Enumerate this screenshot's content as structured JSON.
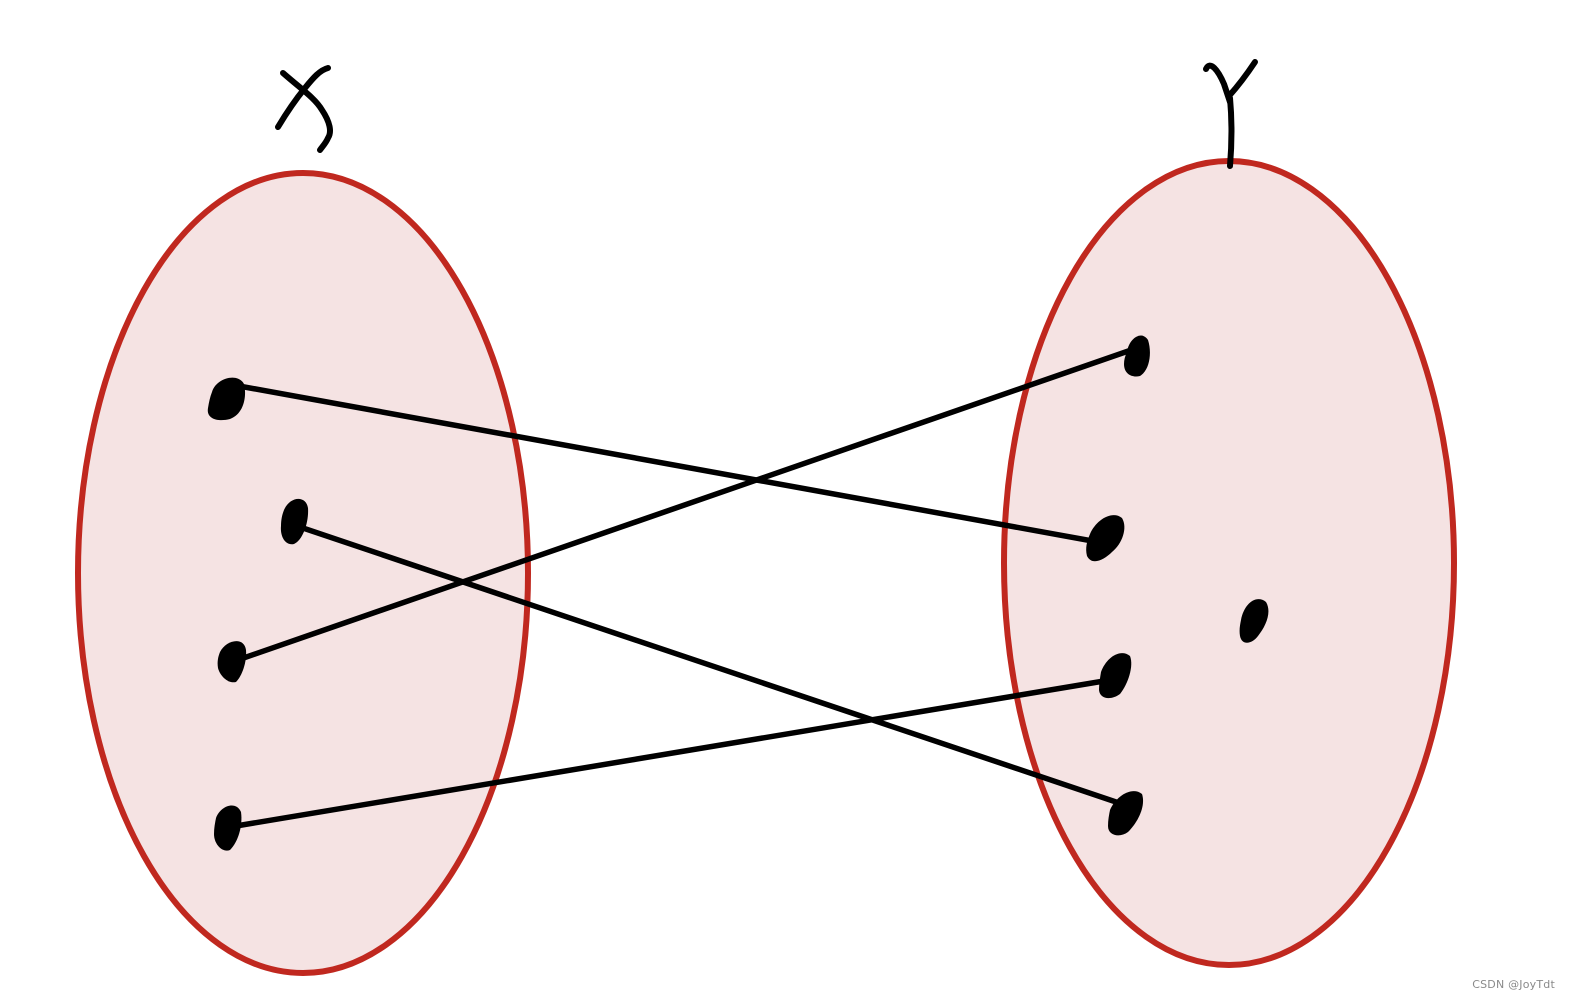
{
  "sets": [
    {
      "label": "X"
    },
    {
      "label": "Y"
    }
  ],
  "mapping": {
    "domain_points": 4,
    "codomain_points": 5,
    "pairs": [
      {
        "from": 1,
        "to": 2
      },
      {
        "from": 2,
        "to": 5
      },
      {
        "from": 3,
        "to": 1
      },
      {
        "from": 4,
        "to": 4
      }
    ]
  },
  "colors": {
    "set_fill": "#f5e3e3",
    "set_stroke": "#c0281f",
    "ink": "#000000",
    "watermark": "#8a8a8a"
  },
  "watermark": "CSDN @JoyTdt"
}
